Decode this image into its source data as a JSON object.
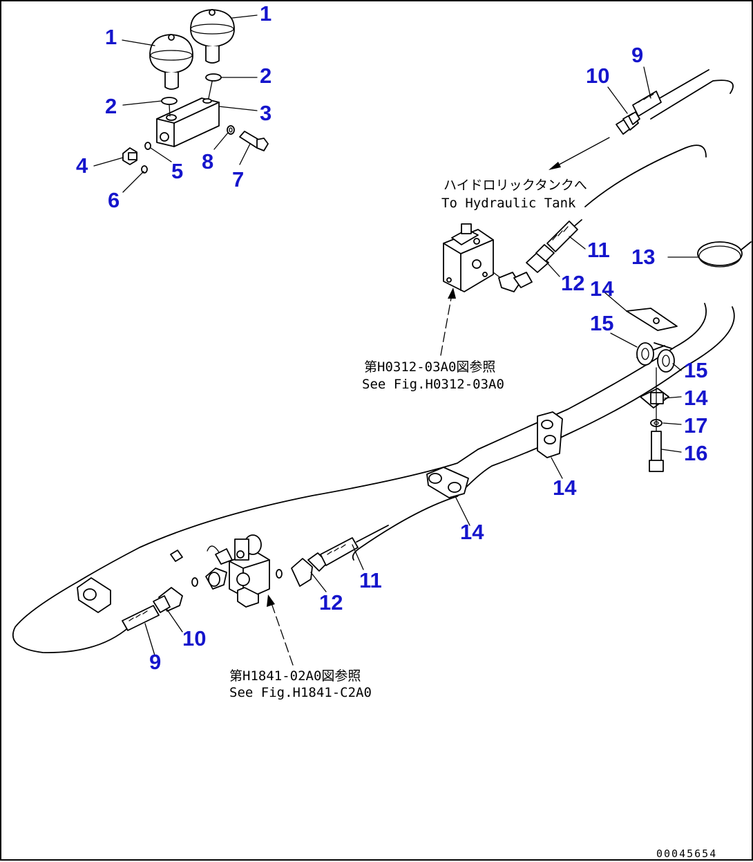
{
  "colors": {
    "callout": "#1515cc",
    "line": "#000000",
    "background": "#ffffff"
  },
  "callouts": [
    {
      "id": "c1a",
      "label": "1"
    },
    {
      "id": "c1b",
      "label": "1"
    },
    {
      "id": "c2a",
      "label": "2"
    },
    {
      "id": "c2b",
      "label": "2"
    },
    {
      "id": "c3",
      "label": "3"
    },
    {
      "id": "c4",
      "label": "4"
    },
    {
      "id": "c5",
      "label": "5"
    },
    {
      "id": "c6",
      "label": "6"
    },
    {
      "id": "c7",
      "label": "7"
    },
    {
      "id": "c8",
      "label": "8"
    },
    {
      "id": "c9a",
      "label": "9"
    },
    {
      "id": "c10a",
      "label": "10"
    },
    {
      "id": "c11a",
      "label": "11"
    },
    {
      "id": "c12a",
      "label": "12"
    },
    {
      "id": "c13",
      "label": "13"
    },
    {
      "id": "c14a",
      "label": "14"
    },
    {
      "id": "c15a",
      "label": "15"
    },
    {
      "id": "c15b",
      "label": "15"
    },
    {
      "id": "c14b",
      "label": "14"
    },
    {
      "id": "c17",
      "label": "17"
    },
    {
      "id": "c16",
      "label": "16"
    },
    {
      "id": "c14c",
      "label": "14"
    },
    {
      "id": "c14d",
      "label": "14"
    },
    {
      "id": "c11b",
      "label": "11"
    },
    {
      "id": "c12b",
      "label": "12"
    },
    {
      "id": "c10b",
      "label": "10"
    },
    {
      "id": "c9b",
      "label": "9"
    }
  ],
  "notes": {
    "tank_jp": "ハイドロリックタンクへ",
    "tank_en": "To Hydraulic Tank",
    "ref1_jp": "第H0312-03A0図参照",
    "ref1_en": "See Fig.H0312-03A0",
    "ref2_jp": "第H1841-02A0図参照",
    "ref2_en": "See Fig.H1841-C2A0"
  },
  "drawing_number": "00045654"
}
